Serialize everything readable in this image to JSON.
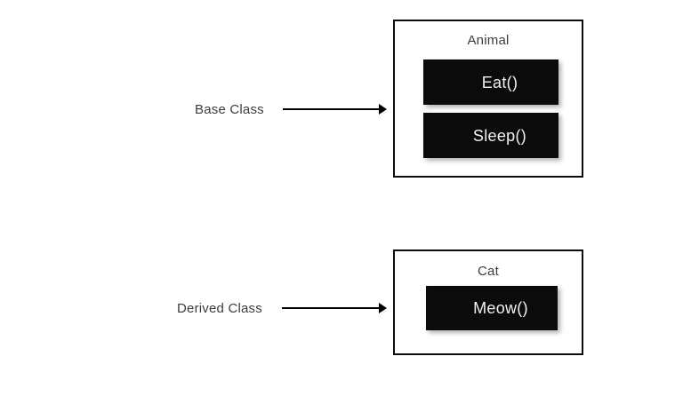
{
  "diagram": {
    "background_color": "#ffffff",
    "annotations": [
      {
        "name": "base-class",
        "label": "Base Class",
        "arrow_icon": "arrow-right-icon"
      },
      {
        "name": "derived-class",
        "label": "Derived Class",
        "arrow_icon": "arrow-right-icon"
      }
    ],
    "classes": [
      {
        "name": "animal",
        "title": "Animal",
        "border_color": "#0d0d0d",
        "methods": [
          {
            "label": "Eat()",
            "fill_color": "#0b0b0b",
            "text_color": "#f2f2f2"
          },
          {
            "label": "Sleep()",
            "fill_color": "#0b0b0b",
            "text_color": "#f2f2f2"
          }
        ]
      },
      {
        "name": "cat",
        "title": "Cat",
        "border_color": "#0d0d0d",
        "methods": [
          {
            "label": "Meow()",
            "fill_color": "#0b0b0b",
            "text_color": "#f2f2f2"
          }
        ]
      }
    ]
  }
}
